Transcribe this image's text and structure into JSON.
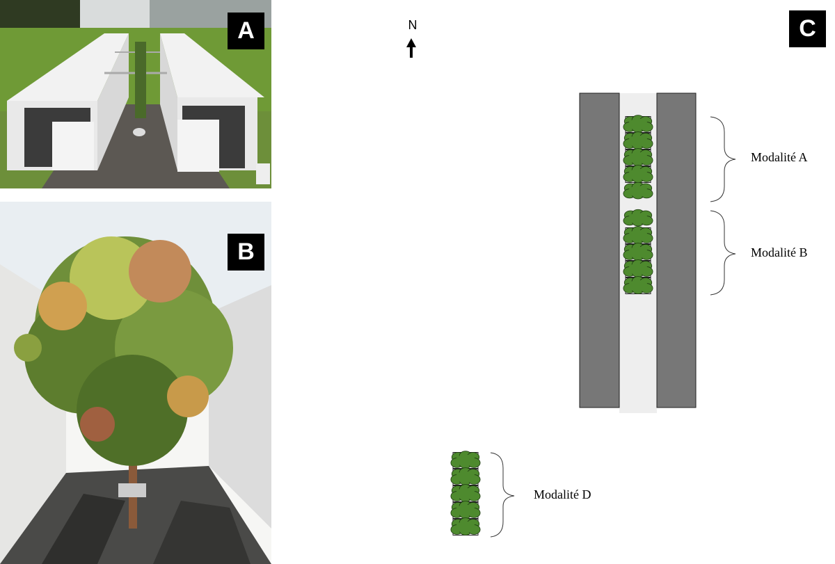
{
  "panels": {
    "a": {
      "label": "A"
    },
    "b": {
      "label": "B"
    },
    "c": {
      "label": "C"
    }
  },
  "compass": {
    "label": "N"
  },
  "modalities": {
    "a": "Modalité A",
    "b": "Modalité B",
    "d": "Modalité D"
  },
  "colors": {
    "wall": "#777777",
    "aisle": "#eeeeee",
    "tree": "#4e8a2e",
    "tree_outline": "#1e3a12"
  }
}
